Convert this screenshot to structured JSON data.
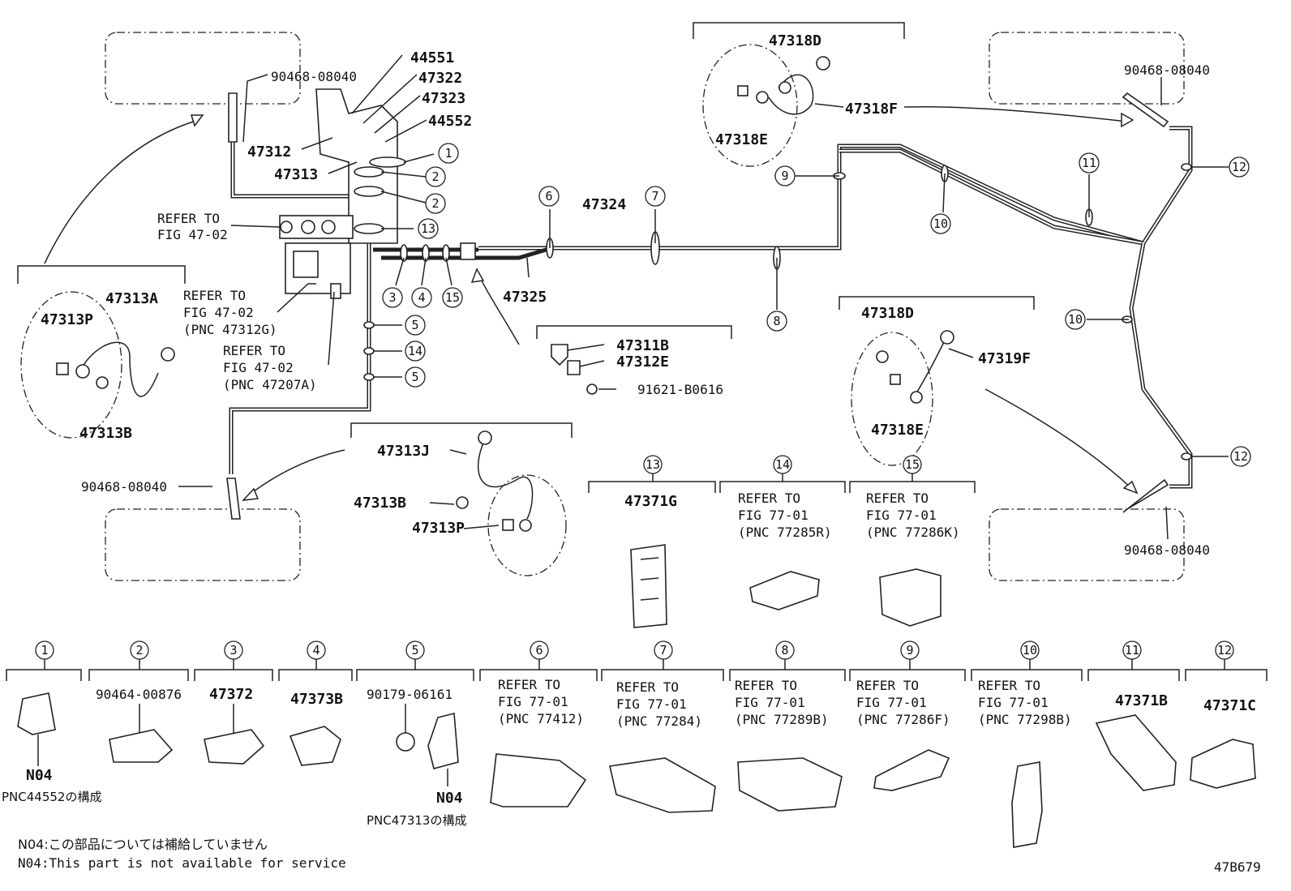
{
  "title_code": "47B679",
  "labels": {
    "p44551": "44551",
    "p47322": "47322",
    "p47323": "47323",
    "p44552": "44552",
    "p47312": "47312",
    "p47313": "47313",
    "p47324": "47324",
    "p47325": "47325",
    "p90468_tl": "90468-08040",
    "p90468_bl": "90468-08040",
    "p90468_tr": "90468-08040",
    "p90468_br": "90468-08040",
    "p47318D_top": "47318D",
    "p47318F": "47318F",
    "p47318E_top": "47318E",
    "p47318D_mid": "47318D",
    "p47319F": "47319F",
    "p47318E_mid": "47318E",
    "p47313A": "47313A",
    "p47313P_left": "47313P",
    "p47313B_left": "47313B",
    "p47313J": "47313J",
    "p47313B_mid": "47313B",
    "p47313P_mid": "47313P",
    "p47311B": "47311B",
    "p47312E": "47312E",
    "p91621": "91621-B0616",
    "refer_a1": "REFER TO",
    "refer_a2": "FIG 47-02",
    "refer_b1": "REFER TO",
    "refer_b2": "FIG 47-02",
    "refer_b3": "(PNC 47312G)",
    "refer_c1": "REFER TO",
    "refer_c2": "FIG 47-02",
    "refer_c3": "(PNC 47207A)"
  },
  "callouts": [
    "1",
    "2",
    "3",
    "4",
    "5",
    "6",
    "7",
    "8",
    "9",
    "10",
    "11",
    "12",
    "13",
    "14",
    "15"
  ],
  "details_top": [
    {
      "num": "13",
      "lines": [
        "47371G"
      ]
    },
    {
      "num": "14",
      "lines": [
        "REFER TO",
        "FIG 77-01",
        "(PNC 77285R)"
      ]
    },
    {
      "num": "15",
      "lines": [
        "REFER TO",
        "FIG 77-01",
        "(PNC 77286K)"
      ]
    }
  ],
  "details_bottom": [
    {
      "num": "1",
      "lines": [],
      "note": "N04",
      "sub": "PNC44552の構成"
    },
    {
      "num": "2",
      "lines": [
        "90464-00876"
      ]
    },
    {
      "num": "3",
      "lines": [
        "47372"
      ]
    },
    {
      "num": "4",
      "lines": [
        "47373B"
      ]
    },
    {
      "num": "5",
      "lines": [
        "90179-06161"
      ],
      "note": "N04",
      "sub": "PNC47313の構成"
    },
    {
      "num": "6",
      "lines": [
        "REFER TO",
        "FIG 77-01",
        "(PNC 77412)"
      ]
    },
    {
      "num": "7",
      "lines": [
        "REFER TO",
        "FIG 77-01",
        "(PNC 77284)"
      ]
    },
    {
      "num": "8",
      "lines": [
        "REFER TO",
        "FIG 77-01",
        "(PNC 77289B)"
      ]
    },
    {
      "num": "9",
      "lines": [
        "REFER TO",
        "FIG 77-01",
        "(PNC 77286F)"
      ]
    },
    {
      "num": "10",
      "lines": [
        "REFER TO",
        "FIG 77-01",
        "(PNC 77298B)"
      ]
    },
    {
      "num": "11",
      "lines": [
        "47371B"
      ]
    },
    {
      "num": "12",
      "lines": [
        "47371C"
      ]
    }
  ],
  "footnotes": {
    "jp": "N04:この部品については補給していません",
    "en": "N04:This part is not available for service"
  }
}
